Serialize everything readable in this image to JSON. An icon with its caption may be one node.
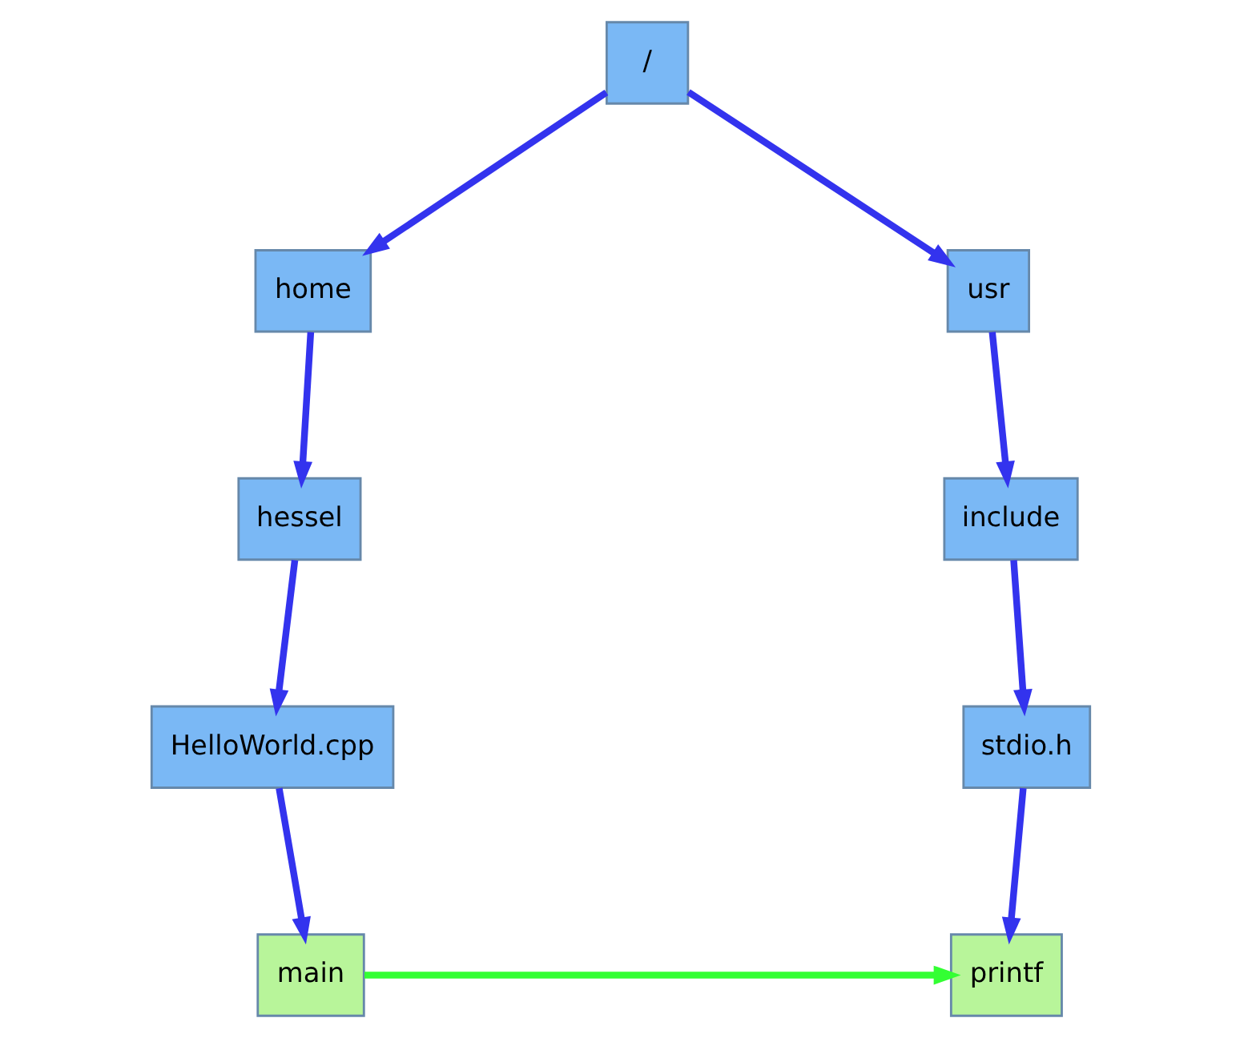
{
  "diagram": {
    "nodes": [
      {
        "text": [
          "/"
        ]
      },
      {
        "text": [
          "home"
        ]
      },
      {
        "text": [
          "usr"
        ]
      },
      {
        "text": [
          "hessel"
        ]
      },
      {
        "text": [
          "include"
        ]
      },
      {
        "text": [
          "HelloWorld.cpp"
        ]
      },
      {
        "text": [
          "stdio.h"
        ]
      },
      {
        "text": [
          "main"
        ]
      },
      {
        "text": [
          "printf"
        ]
      }
    ],
    "edges": [
      {
        "from": 0,
        "to": 1,
        "arrow": "to"
      },
      {
        "from": 0,
        "to": 2,
        "arrow": "to"
      },
      {
        "from": 1,
        "to": 3,
        "arrow": "to"
      },
      {
        "from": 3,
        "to": 5,
        "arrow": "to"
      },
      {
        "from": 5,
        "to": 7,
        "arrow": "to"
      },
      {
        "from": 2,
        "to": 4,
        "arrow": "to"
      },
      {
        "from": 4,
        "to": 6,
        "arrow": "to"
      },
      {
        "from": 6,
        "to": 8,
        "arrow": "to"
      },
      {
        "from": 7,
        "to": 8,
        "arrow": "to",
        "color": "#33ff33"
      }
    ]
  }
}
